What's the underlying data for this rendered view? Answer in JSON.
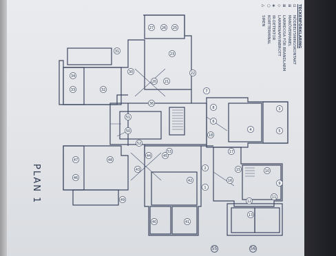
{
  "plan_title": "PLAN 1",
  "legend": {
    "heading": "TECKENFÖRKLARING",
    "items": [
      {
        "symbol": "⊡",
        "label": "NÖDBELYSNINGSKONTAKT"
      },
      {
        "symbol": "⊞",
        "label": "MANÖVERPANEL"
      },
      {
        "symbol": "⊠",
        "label": "LARMDOSA FÖR BRANDLARM"
      },
      {
        "symbol": "◇",
        "label": "LARMKNAPP/INBROTT"
      },
      {
        "symbol": "◈",
        "label": "IR-DETEKTOR"
      },
      {
        "symbol": "○",
        "label": "KORTTERMINAL"
      },
      {
        "symbol": "△",
        "label": "SIREN"
      }
    ]
  },
  "room_numbers": [
    {
      "label": "26"
    },
    {
      "label": "25"
    },
    {
      "label": "27"
    },
    {
      "label": "23"
    },
    {
      "label": "31"
    },
    {
      "label": "34"
    },
    {
      "label": "33"
    },
    {
      "label": "32"
    },
    {
      "label": "30"
    },
    {
      "label": "20"
    },
    {
      "label": "21"
    },
    {
      "label": "22"
    },
    {
      "label": "7"
    },
    {
      "label": "3"
    },
    {
      "label": "5"
    },
    {
      "label": "4"
    },
    {
      "label": "8"
    },
    {
      "label": "6"
    },
    {
      "label": "50"
    },
    {
      "label": "18"
    },
    {
      "label": "17"
    },
    {
      "label": "15"
    },
    {
      "label": "16"
    },
    {
      "label": "10"
    },
    {
      "label": "9"
    },
    {
      "label": "11"
    },
    {
      "label": "12"
    },
    {
      "label": "13"
    },
    {
      "label": "47"
    },
    {
      "label": "46"
    },
    {
      "label": "48"
    },
    {
      "label": "43"
    },
    {
      "label": "44"
    },
    {
      "label": "45"
    },
    {
      "label": "40"
    },
    {
      "label": "41"
    },
    {
      "label": "42"
    },
    {
      "label": "2"
    },
    {
      "label": "1"
    },
    {
      "label": "49"
    },
    {
      "label": "51"
    },
    {
      "label": "52"
    },
    {
      "label": "53"
    },
    {
      "label": "36"
    }
  ],
  "page_numbers": [
    "55",
    "56"
  ]
}
